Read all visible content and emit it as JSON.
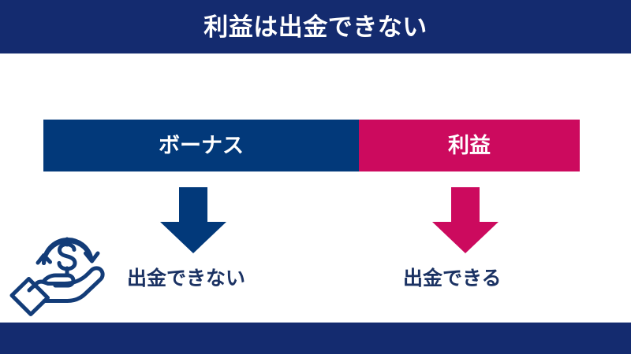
{
  "header": {
    "title": "利益は出金できない",
    "background_color": "#142b6f",
    "text_color": "#ffffff"
  },
  "compare_bar": {
    "segments": [
      {
        "label": "ボーナス",
        "color": "#02397a",
        "text_color": "#ffffff"
      },
      {
        "label": "利益",
        "color": "#cc0a5e",
        "text_color": "#ffffff"
      }
    ]
  },
  "columns": [
    {
      "arrow_icon": "arrow-down-icon",
      "arrow_color": "#02397a",
      "caption": "出金できない",
      "caption_color": "#1b3263"
    },
    {
      "arrow_icon": "arrow-down-icon",
      "arrow_color": "#cc0a5e",
      "caption": "出金できる",
      "caption_color": "#1b3263"
    }
  ],
  "illustration": {
    "icon": "hand-holding-money-refresh-icon",
    "color": "#133c78"
  },
  "footer": {
    "background_color": "#142b6f"
  }
}
